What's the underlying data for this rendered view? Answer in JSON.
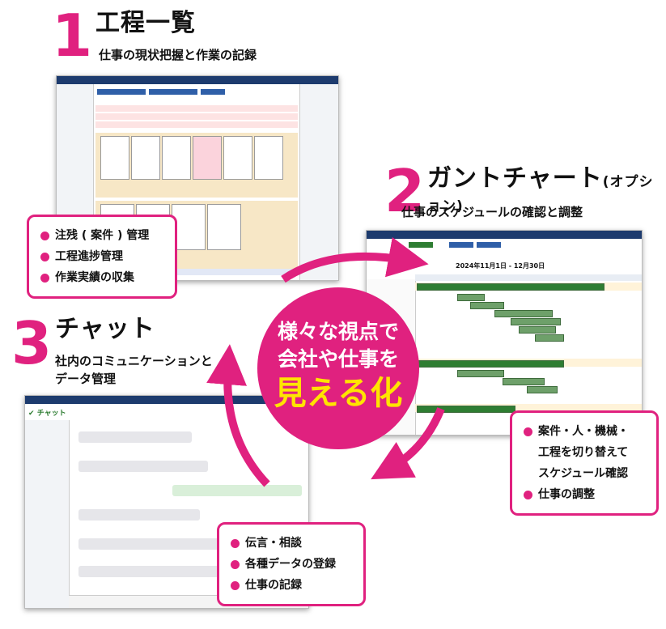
{
  "section1": {
    "number": "1",
    "title": "工程一覧",
    "subtitle": "仕事の現状把握と作業の記録"
  },
  "section2": {
    "number": "2",
    "title": "ガントチャート",
    "title_suffix": "(オプション)",
    "subtitle": "仕事のスケジュールの確認と調整"
  },
  "section3": {
    "number": "3",
    "title": "チャット",
    "subtitle_line1": "社内のコミュニケーションと",
    "subtitle_line2": "データ管理"
  },
  "center": {
    "line1": "様々な視点で",
    "line2": "会社や仕事を",
    "line3": "見える化"
  },
  "box1": {
    "items": [
      "注残 ( 案件 ) 管理",
      "工程進捗管理",
      "作業実績の収集"
    ]
  },
  "box2": {
    "items": [
      "案件・人・機械・",
      "工程を切り替えて",
      "スケジュール確認",
      "仕事の調整"
    ]
  },
  "box3": {
    "items": [
      "伝言・相談",
      "各種データの登録",
      "仕事の記録"
    ]
  },
  "gantt": {
    "date_range": "2024年11月1日 - 12月30日"
  },
  "chat": {
    "app_title": "チャット"
  },
  "colors": {
    "accent": "#e0217f",
    "navy": "#1d3b6e",
    "highlight": "#ffe400"
  }
}
